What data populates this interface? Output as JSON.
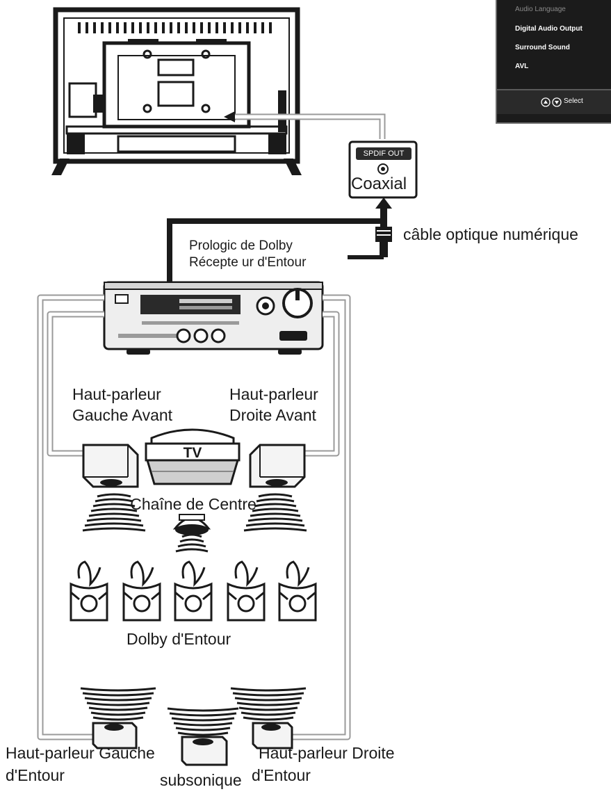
{
  "menu": {
    "items": [
      {
        "label": "Audio Language",
        "dim": true
      },
      {
        "label": "Digital Audio Output",
        "dim": false
      },
      {
        "label": "Surround Sound",
        "dim": false
      },
      {
        "label": "AVL",
        "dim": false
      }
    ],
    "select_label": "Select"
  },
  "tv_back": {
    "spdif_label": "SPDIF OUT",
    "coaxial_label": "Coaxial"
  },
  "labels": {
    "optical_cable": "câble optique numérique",
    "receiver_line1": "Prologic de Dolby",
    "receiver_line2": "Récepte ur d'Entour",
    "front_left_1": "Haut-parleur",
    "front_left_2": "Gauche Avant",
    "front_right_1": "Haut-parleur",
    "front_right_2": "Droite Avant",
    "tv_mark": "TV",
    "center": "Chaîne de Centre",
    "dolby_surround": "Dolby d'Entour",
    "rear_left_1": "Haut-parleur Gauche",
    "rear_left_2": "d'Entour",
    "subwoofer": "subsonique",
    "rear_right_1": "Haut-parleur Droite",
    "rear_right_2": "d'Entour"
  }
}
